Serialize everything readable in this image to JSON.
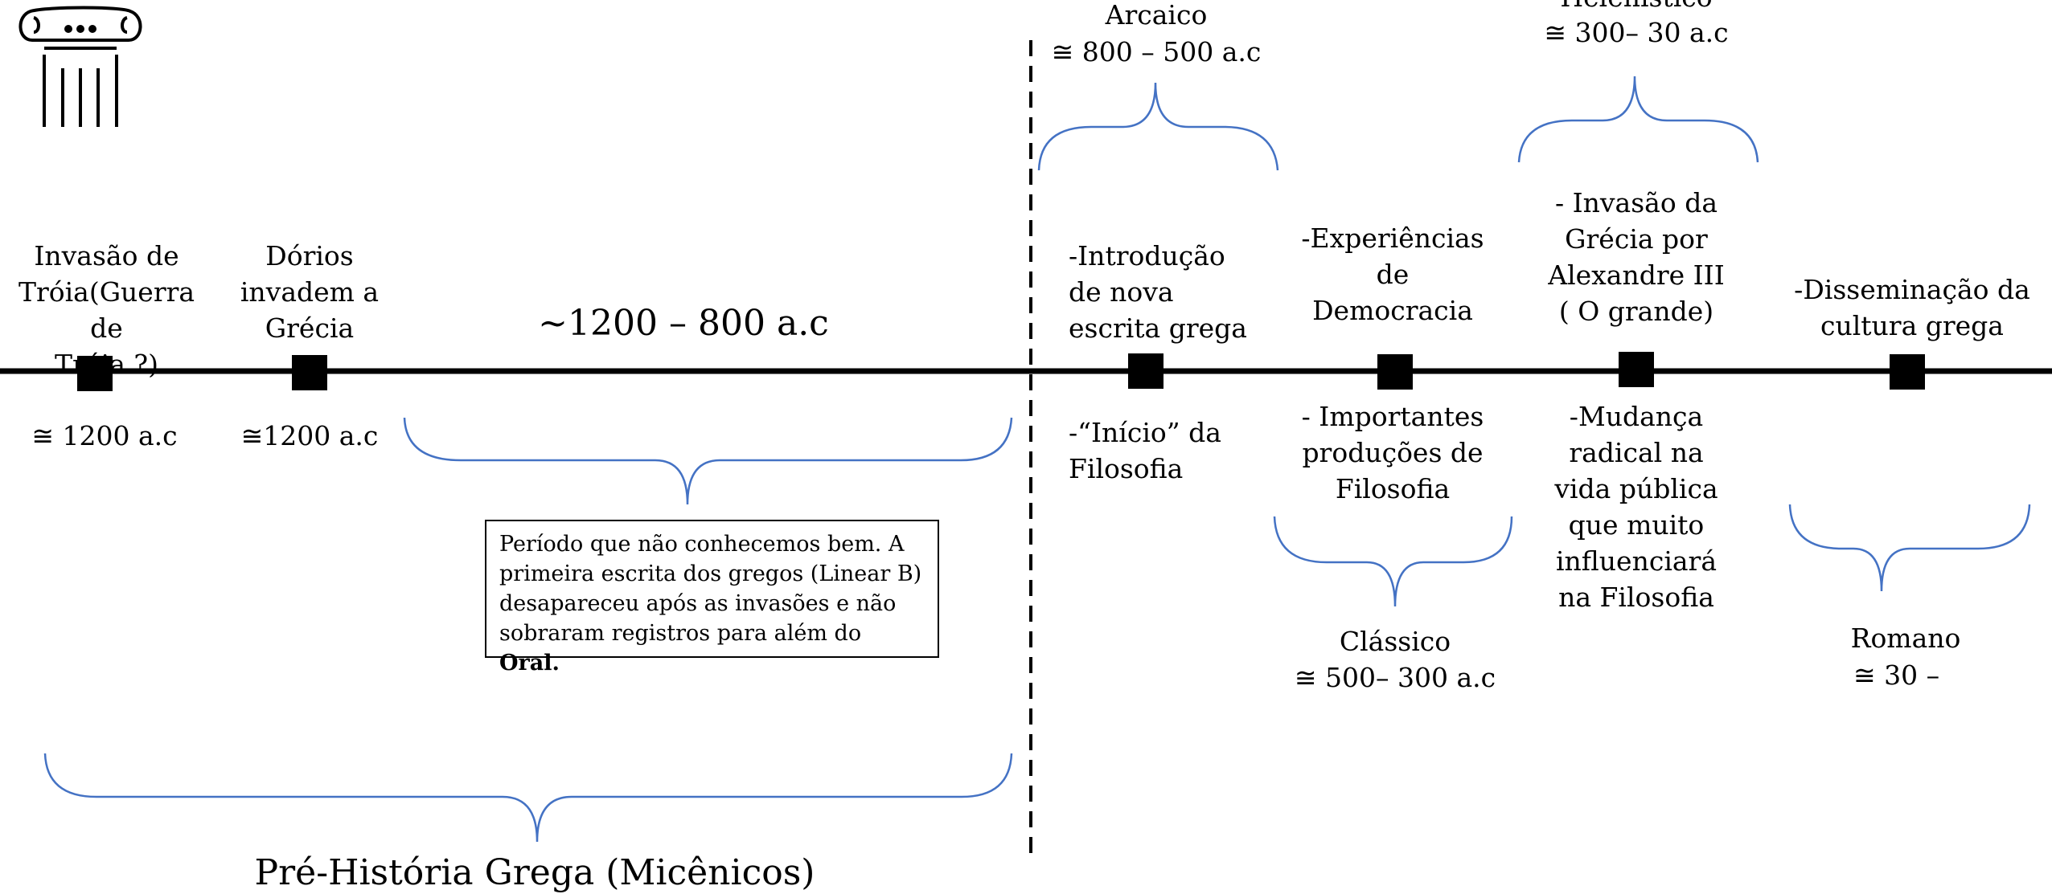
{
  "events": [
    {
      "above": "Invasão de\nTróia(Guerra de\nTróia ?)",
      "date": "≅ 1200 a.c"
    },
    {
      "above": "Dórios\ninvadem a\nGrécia",
      "date": "≅1200 a.c"
    },
    {
      "above": "-Introdução\nde nova\nescrita grega",
      "below": "-“Início” da\nFilosofia"
    },
    {
      "above": "-Experiências\nde\nDemocracia",
      "below": "- Importantes\nproduções de\nFilosofia"
    },
    {
      "above": "- Invasão da\nGrécia por\nAlexandre III\n( O grande)",
      "below": "-Mudança\nradical na\nvida pública\nque muito\ninfluenciará\nna Filosofia"
    },
    {
      "above": "-Disseminação da\ncultura grega"
    }
  ],
  "dark_age_range": "~1200 – 800 a.c",
  "note": {
    "text": "Período que não conhecemos bem. A primeira escrita dos gregos (Linear B) desapareceu  após as invasões e não sobraram registros para além do ",
    "bold": "Oral."
  },
  "periods": {
    "arcaico": {
      "name": "Arcaico",
      "range": "≅ 800 – 500 a.c"
    },
    "helenistico": {
      "name": "Helenístico",
      "range": "≅ 300– 30 a.c"
    },
    "classico": {
      "name": "Clássico",
      "range": "≅ 500– 300 a.c"
    },
    "romano": {
      "name": "Romano",
      "range": "≅ 30  –"
    }
  },
  "prehistory": "Pré-História Grega (Micênicos)",
  "icons": [
    "greek-column-icon"
  ],
  "colors": {
    "brace": "#4472C4",
    "line": "#000000"
  }
}
